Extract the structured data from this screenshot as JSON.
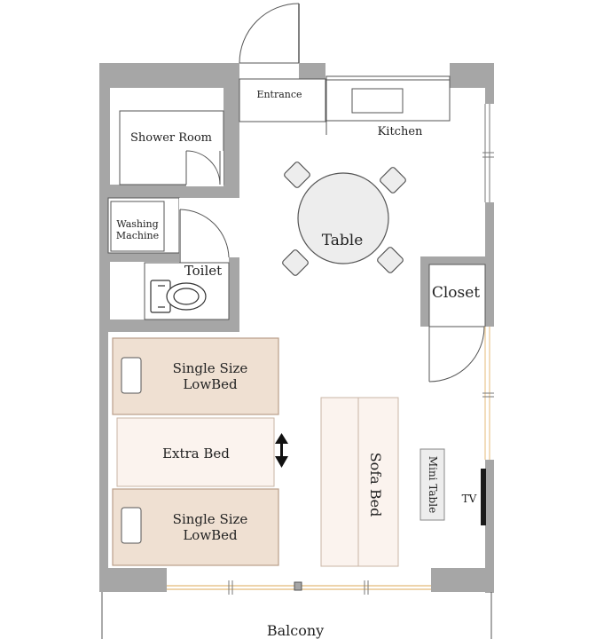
{
  "colors": {
    "wall": "#a6a6a6",
    "wall_edge": "#8a8a8a",
    "line": "#555555",
    "bed_fill": "#efe0d2",
    "bed_stroke": "#b99e88",
    "extra_bed_fill": "#fbf3ee",
    "sofa_fill": "#fbf3ee",
    "table_fill": "#ededed",
    "window_glass": "#e8c68f",
    "tv": "#1a1a1a"
  },
  "rooms": {
    "entrance": "Entrance",
    "kitchen": "Kitchen",
    "shower_room": "Shower Room",
    "washing_machine_line1": "Washing",
    "washing_machine_line2": "Machine",
    "toilet": "Toilet",
    "table": "Table",
    "closet": "Closet",
    "bed_top_line1": "Single Size",
    "bed_top_line2": "LowBed",
    "extra_bed": "Extra Bed",
    "bed_bottom_line1": "Single Size",
    "bed_bottom_line2": "LowBed",
    "sofa_bed": "Sofa Bed",
    "mini_table": "Mini Table",
    "tv": "TV",
    "balcony": "Balcony"
  },
  "icons": {
    "resize": "double-arrow-vertical-icon",
    "toilet": "toilet-icon",
    "sink": "sink-icon"
  }
}
